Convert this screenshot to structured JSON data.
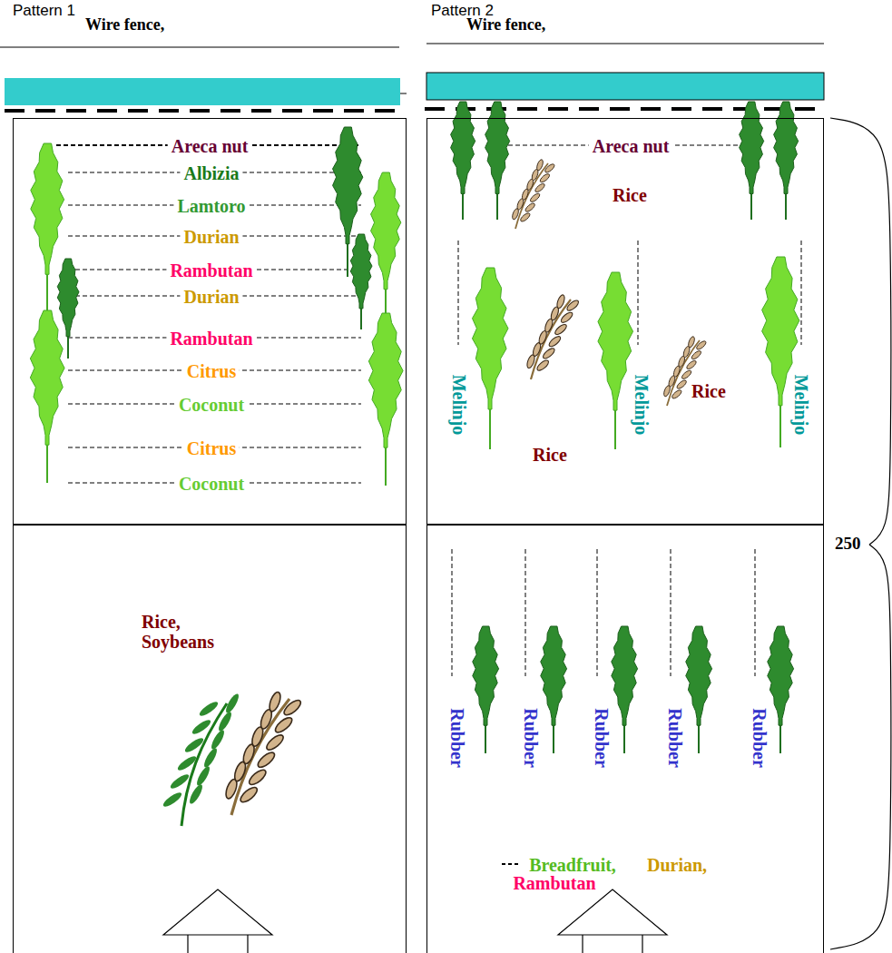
{
  "diagram": {
    "nodes": [
      {
        "text": [
          "Areca nut",
          "Albizia",
          "Lamtoro",
          "Durian",
          "Rambutan",
          "Durian",
          "Rambutan",
          "Citrus",
          "Coconut",
          "Citrus",
          "Coconut"
        ]
      },
      {
        "text": [
          "Rice, Soybeans"
        ]
      },
      {
        "text": [
          "Areca nut",
          "Rice",
          "Melinjo",
          "Melinjo",
          "Rice",
          "Melinjo",
          "Rice"
        ]
      },
      {
        "text": [
          "Rubber",
          "Rubber",
          "Rubber",
          "Rubber",
          "Rubber",
          "Breadfruit,",
          "Durian,",
          "Rambutan"
        ]
      }
    ],
    "labels": [
      "Pattern 1",
      "Wire fence,",
      "Pattern 2",
      "Wire fence,",
      "250"
    ]
  }
}
